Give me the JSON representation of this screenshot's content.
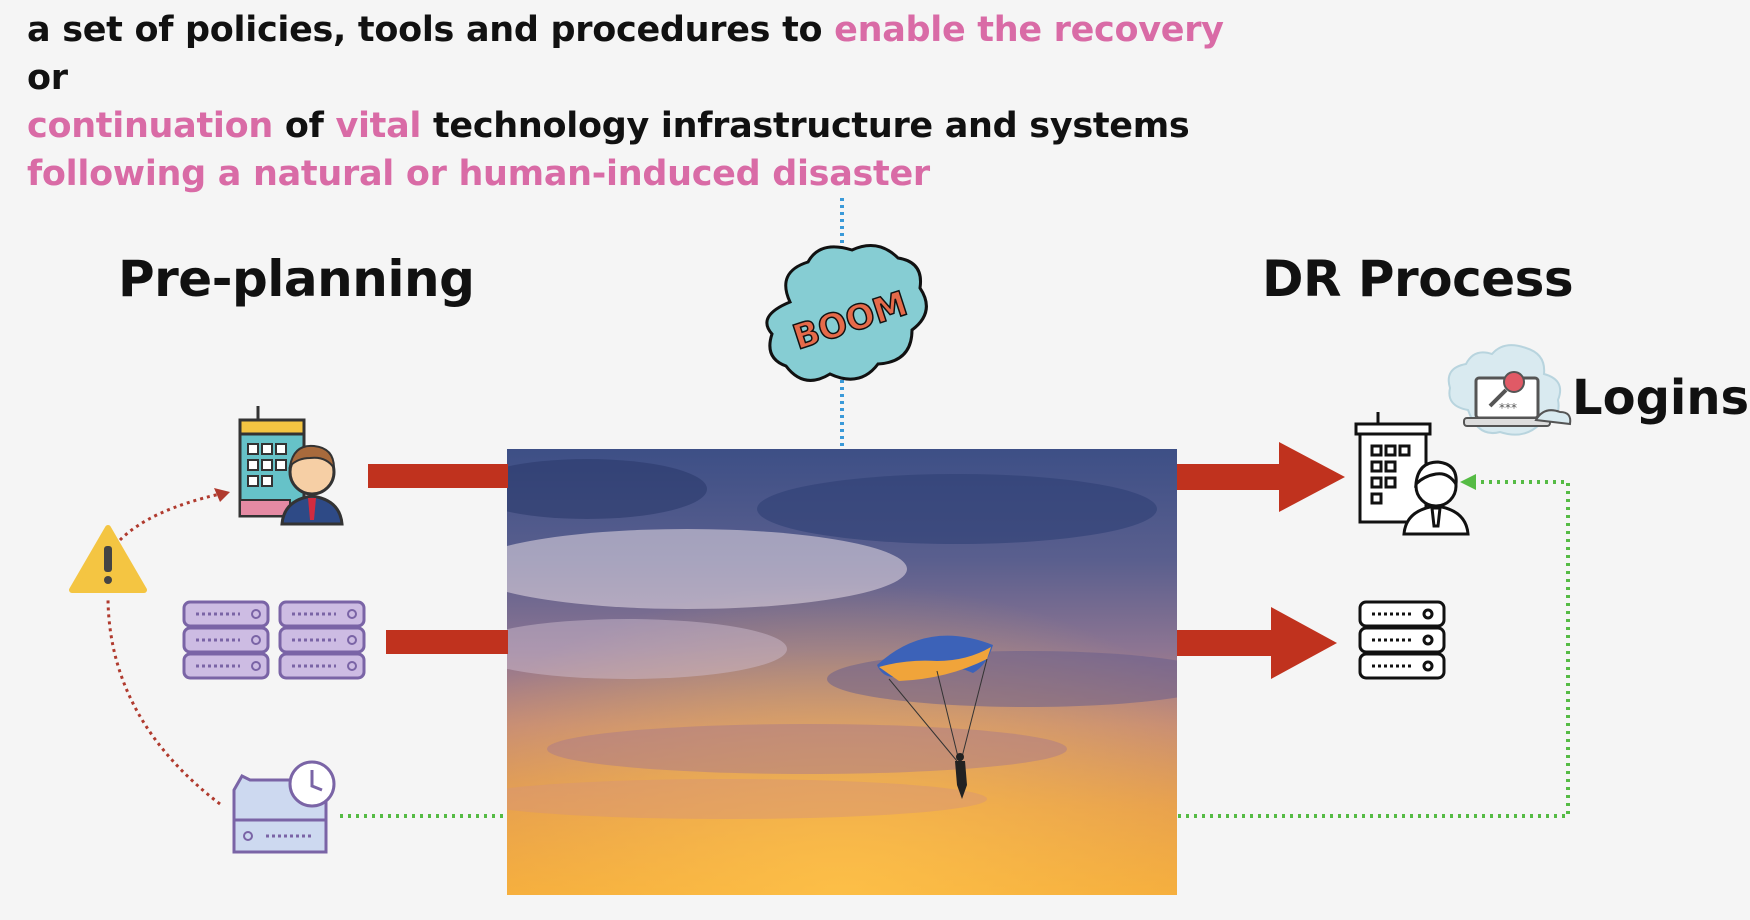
{
  "definition": {
    "seg1": "a set of policies, tools and procedures to ",
    "seg2": "enable the recovery",
    "seg3": " or",
    "seg4": "continuation",
    "seg5": " of ",
    "seg6": "vital",
    "seg7": " technology infrastructure and systems",
    "seg8": "following a natural or human-induced disaster"
  },
  "labels": {
    "pre_planning": "Pre-planning",
    "dr_process": "DR Process",
    "logins": "Logins",
    "boom": "BOOM"
  },
  "colors": {
    "highlight": "#d96ba6",
    "arrow": "#c0321e",
    "dotted_red": "#b03a2e",
    "dotted_green": "#55bb44",
    "dotted_blue": "#3a9ad9",
    "cloud": "#86cdd3",
    "warning": "#f4c542"
  },
  "icons": [
    "office-manager-icon",
    "servers-icon",
    "backup-drive-icon",
    "warning-icon",
    "boom-cloud-icon",
    "cloud-login-icon",
    "office-user-outline-icon",
    "server-outline-icon",
    "parachute-photo"
  ]
}
